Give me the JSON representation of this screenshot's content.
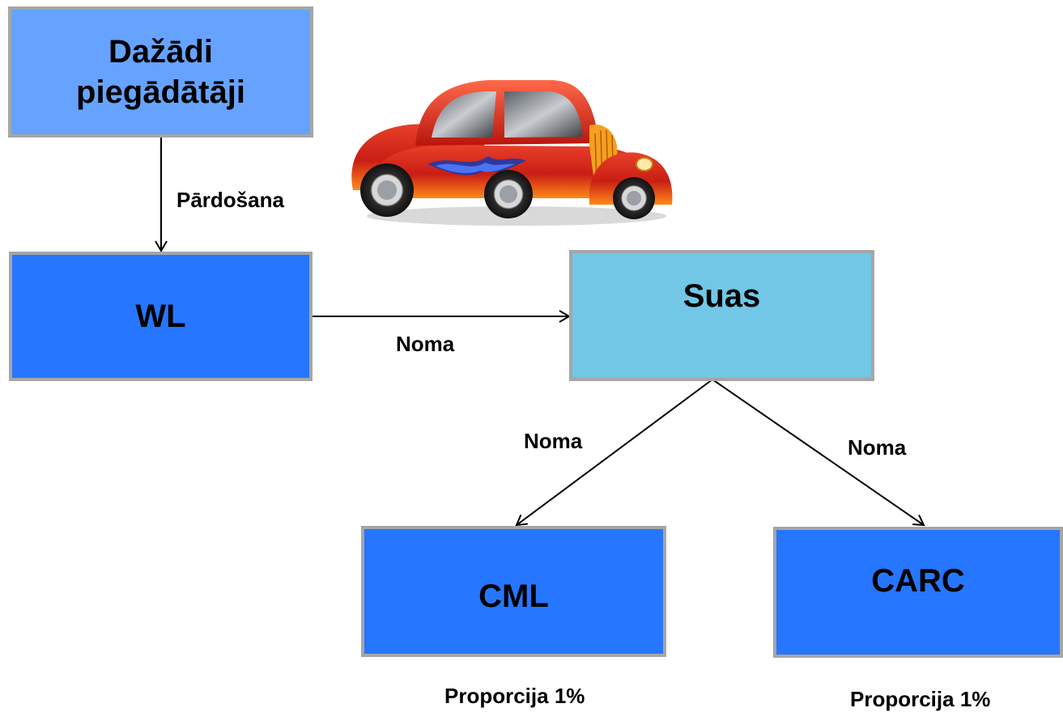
{
  "nodes": {
    "suppliers": {
      "label": "Dažādi piegādātāji",
      "color": "#66a3ff"
    },
    "wl": {
      "label": "WL",
      "color": "#2676ff"
    },
    "suas": {
      "label": "Suas",
      "color": "#72c6e6"
    },
    "cml": {
      "label": "CML",
      "color": "#2676ff"
    },
    "carc": {
      "label": "CARC",
      "color": "#2676ff"
    }
  },
  "edges": {
    "suppliers_to_wl": "Pārdošana",
    "wl_to_suas": "Noma",
    "suas_to_cml": "Noma",
    "suas_to_carc": "Noma"
  },
  "notes": {
    "cml_proportion": "Proporcija 1%",
    "carc_proportion": "Proporcija 1%"
  },
  "icons": {
    "car": "hot-rod-car-icon"
  }
}
